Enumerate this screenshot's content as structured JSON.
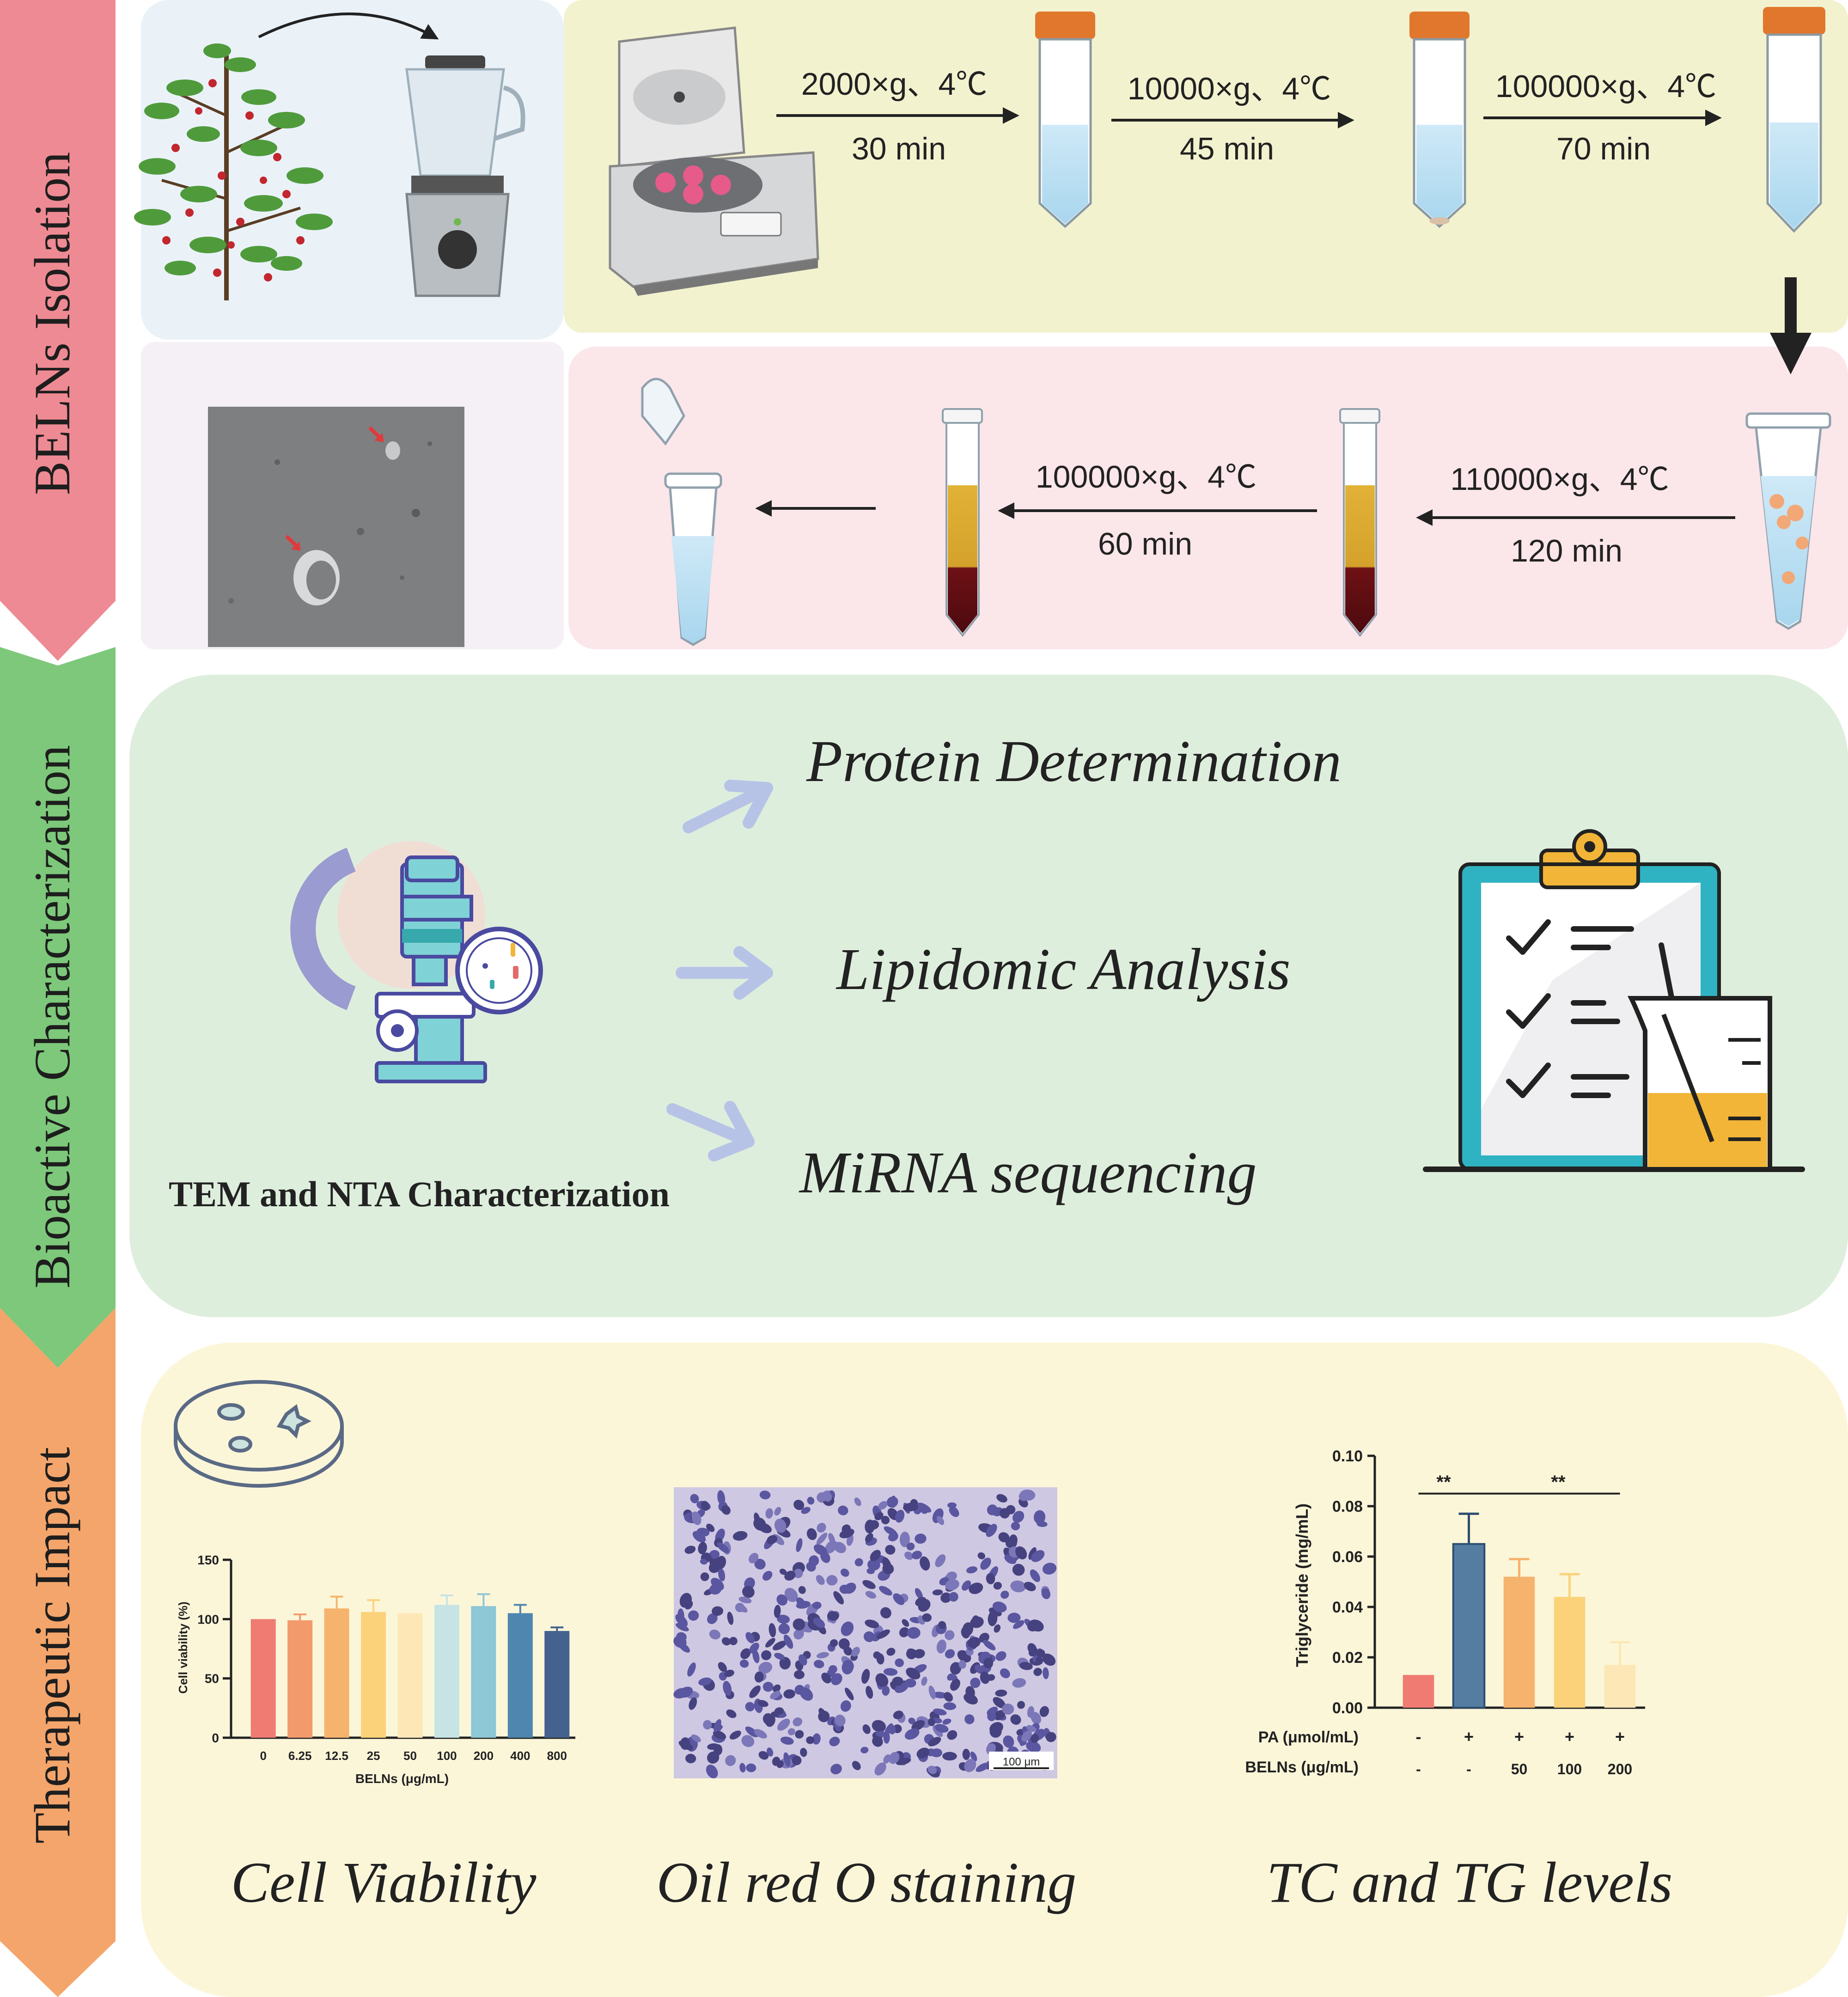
{
  "side_labels": {
    "isolation": "BELNs Isolation",
    "characterization": "Bioactive Characterization",
    "therapeutic": "Therapeutic Impact"
  },
  "isolation": {
    "step1": {
      "line1": "2000×g、4℃",
      "line2": "30 min"
    },
    "step2": {
      "line1": "10000×g、4℃",
      "line2": "45 min"
    },
    "step3": {
      "line1": "100000×g、4℃",
      "line2": "70 min"
    },
    "step4": {
      "line1": "110000×g、4℃",
      "line2": "120 min"
    },
    "step5": {
      "line1": "100000×g、4℃",
      "line2": "60 min"
    }
  },
  "characterization": {
    "method_label": "TEM and NTA Characterization",
    "analyses": [
      "Protein Determination",
      "Lipidomic Analysis",
      "MiRNA sequencing"
    ]
  },
  "therapeutic": {
    "panel_titles": [
      "Cell Viability",
      "Oil red O staining",
      "TC and TG levels"
    ],
    "scale_bar_label": "100 μm"
  },
  "colors": {
    "isolation_band": "#ee8a93",
    "characterization_band": "#7dc87a",
    "therapeutic_band": "#f4a56b",
    "panel_blue": "#eaf2f8",
    "panel_yellow": "#f3f2cf",
    "panel_pink": "#fbe6ea",
    "panel_green": "#deeedd",
    "panel_cream": "#fcf6d9",
    "arrow_lavender": "#b7c3e6"
  },
  "chart_data": [
    {
      "type": "bar",
      "xlabel": "BELNs (μg/mL)",
      "ylabel": "Cell viability (%)",
      "ylim": [
        0,
        150
      ],
      "yticks": [
        0,
        50,
        100,
        150
      ],
      "categories": [
        "0",
        "6.25",
        "12.5",
        "25",
        "50",
        "100",
        "200",
        "400",
        "800"
      ],
      "values": [
        100,
        99,
        109,
        106,
        105,
        112,
        111,
        105,
        90
      ],
      "errors": [
        0,
        5,
        10,
        10,
        0,
        8,
        10,
        7,
        3
      ],
      "bar_colors": [
        "#ef7b73",
        "#f39a6d",
        "#f6b36d",
        "#fbd27a",
        "#fde7b6",
        "#c6e4e4",
        "#8ec7d5",
        "#4e86b0",
        "#45628e"
      ]
    },
    {
      "type": "bar",
      "ylabel": "Triglyceride (mg/mL)",
      "ylim": [
        0,
        0.1
      ],
      "yticks": [
        "0.00",
        "0.02",
        "0.04",
        "0.06",
        "0.08",
        "0.10"
      ],
      "row_labels": [
        "PA (μmol/mL)",
        "BELNs (μg/mL)"
      ],
      "pa_row": [
        "-",
        "+",
        "+",
        "+",
        "+"
      ],
      "belns_row": [
        "-",
        "-",
        "50",
        "100",
        "200"
      ],
      "values": [
        0.013,
        0.065,
        0.052,
        0.044,
        0.017
      ],
      "errors": [
        0,
        0.012,
        0.007,
        0.009,
        0.009
      ],
      "bar_colors": [
        "#ef7b73",
        "#557ca1",
        "#f6b36d",
        "#fbd27a",
        "#fde7b6"
      ],
      "significance": [
        "**",
        "**"
      ]
    }
  ]
}
